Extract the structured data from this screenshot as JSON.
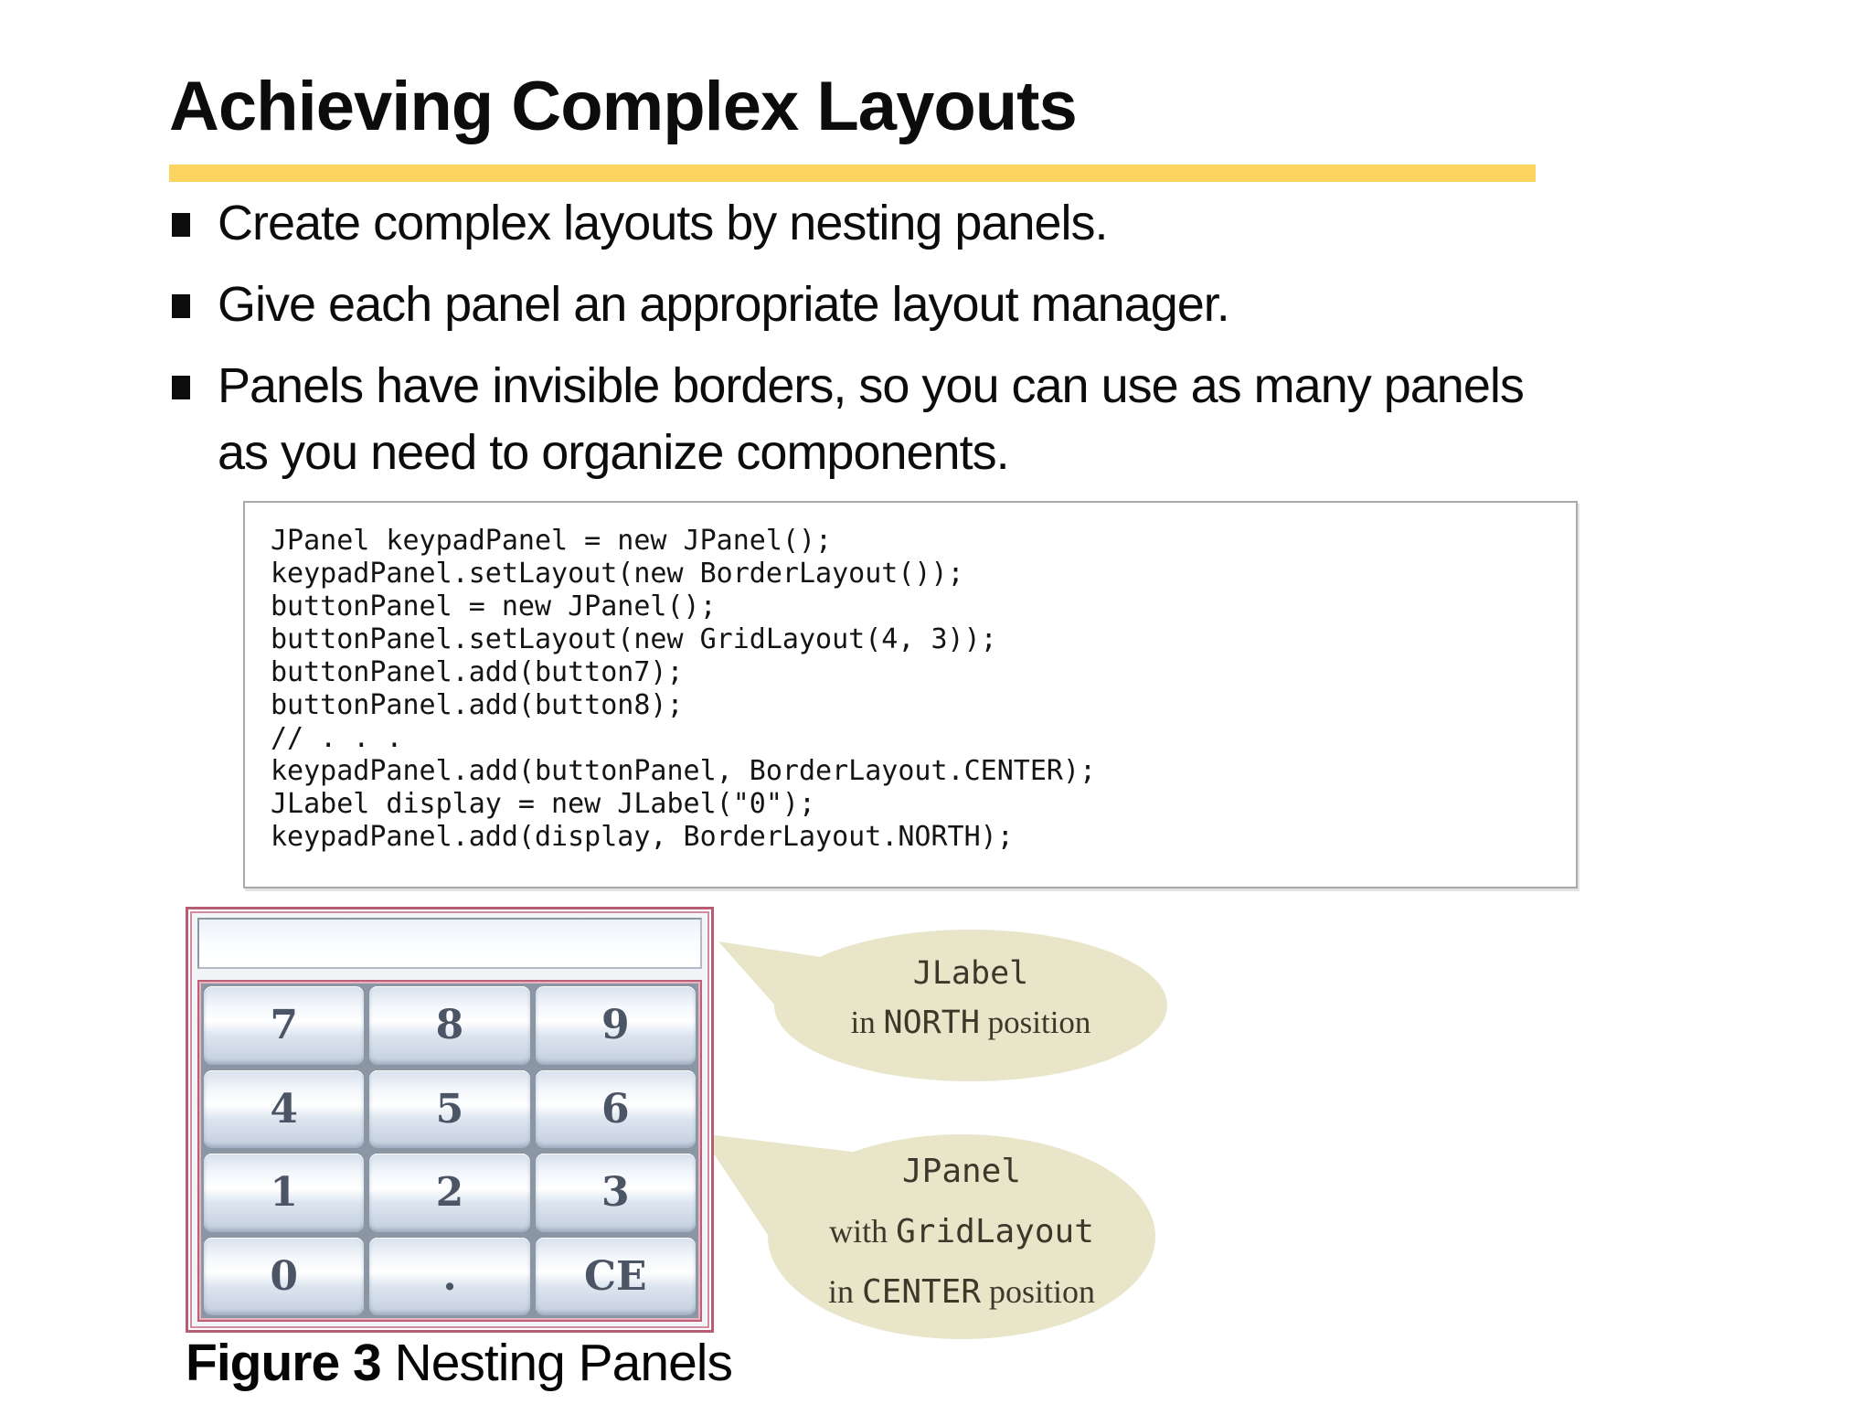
{
  "slide": {
    "title": "Achieving Complex Layouts",
    "accent_color": "#FBD55F",
    "bullets": [
      "Create complex layouts by nesting panels.",
      "Give each panel an appropriate layout manager.",
      "Panels have invisible borders, so you can use as many panels as you need to organize components."
    ]
  },
  "code_block": {
    "lines": [
      "JPanel keypadPanel = new JPanel();",
      "keypadPanel.setLayout(new BorderLayout());",
      "buttonPanel = new JPanel();",
      "buttonPanel.setLayout(new GridLayout(4, 3));",
      "buttonPanel.add(button7);",
      "buttonPanel.add(button8);",
      "// . . .",
      "keypadPanel.add(buttonPanel, BorderLayout.CENTER);",
      "JLabel display = new JLabel(\"0\");",
      "keypadPanel.add(display, BorderLayout.NORTH);"
    ]
  },
  "figure": {
    "keypad": {
      "display_value": "",
      "keys": [
        "7",
        "8",
        "9",
        "4",
        "5",
        "6",
        "1",
        "2",
        "3",
        "0",
        ".",
        "CE"
      ],
      "frame_color": "#b85c74"
    },
    "bubble_color": "#e8e5c9",
    "callouts": [
      {
        "id": "north",
        "lines": [
          [
            {
              "t": "JLabel",
              "f": "mono"
            }
          ],
          [
            {
              "t": "in ",
              "f": "serif"
            },
            {
              "t": "NORTH",
              "f": "mono"
            },
            {
              "t": " position",
              "f": "serif"
            }
          ]
        ]
      },
      {
        "id": "center",
        "lines": [
          [
            {
              "t": "JPanel",
              "f": "mono"
            }
          ],
          [
            {
              "t": "with ",
              "f": "serif"
            },
            {
              "t": "GridLayout",
              "f": "mono"
            }
          ],
          [
            {
              "t": "in ",
              "f": "serif"
            },
            {
              "t": "CENTER",
              "f": "mono"
            },
            {
              "t": " position",
              "f": "serif"
            }
          ]
        ]
      }
    ],
    "caption": {
      "label": "Figure 3",
      "text": " Nesting Panels"
    }
  }
}
